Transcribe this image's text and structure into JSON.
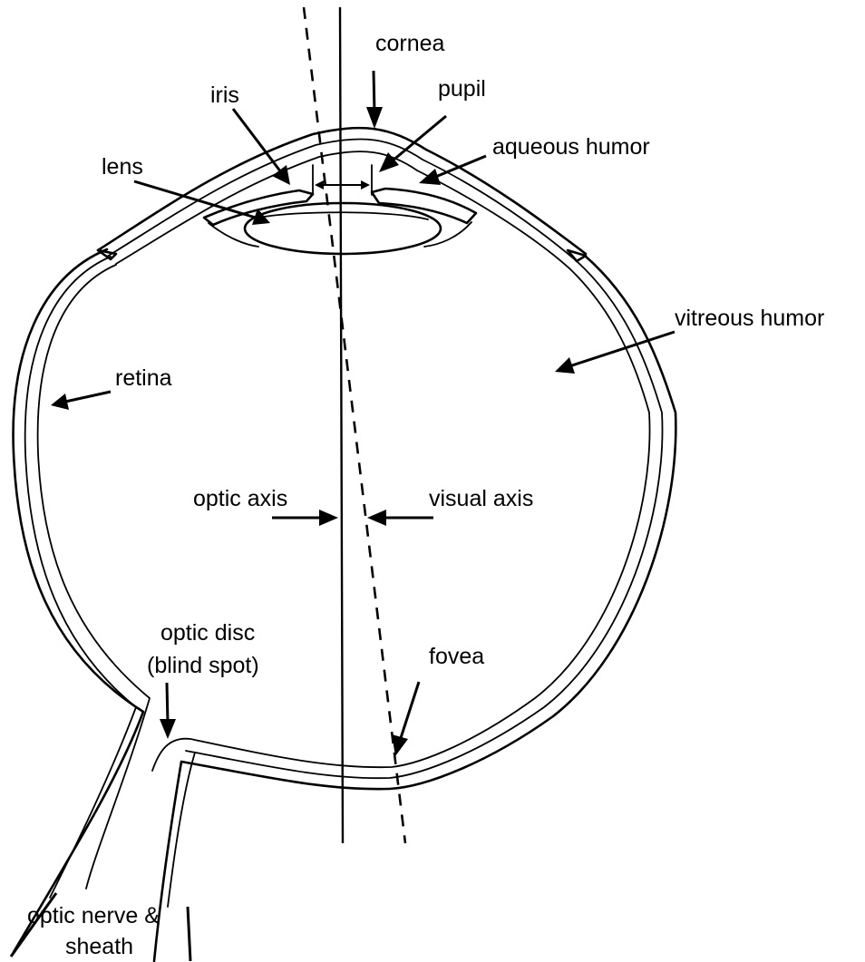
{
  "labels": {
    "cornea": "cornea",
    "pupil": "pupil",
    "iris": "iris",
    "aqueous_humor": "aqueous humor",
    "lens": "lens",
    "vitreous_humor": "vitreous humor",
    "retina": "retina",
    "optic_axis": "optic axis",
    "visual_axis": "visual axis",
    "optic_disc_line1": "optic disc",
    "optic_disc_line2": "(blind spot)",
    "fovea": "fovea",
    "optic_nerve_line1": "optic nerve &",
    "optic_nerve_line2": "sheath"
  },
  "colors": {
    "ink": "#000000",
    "background": "#ffffff"
  }
}
